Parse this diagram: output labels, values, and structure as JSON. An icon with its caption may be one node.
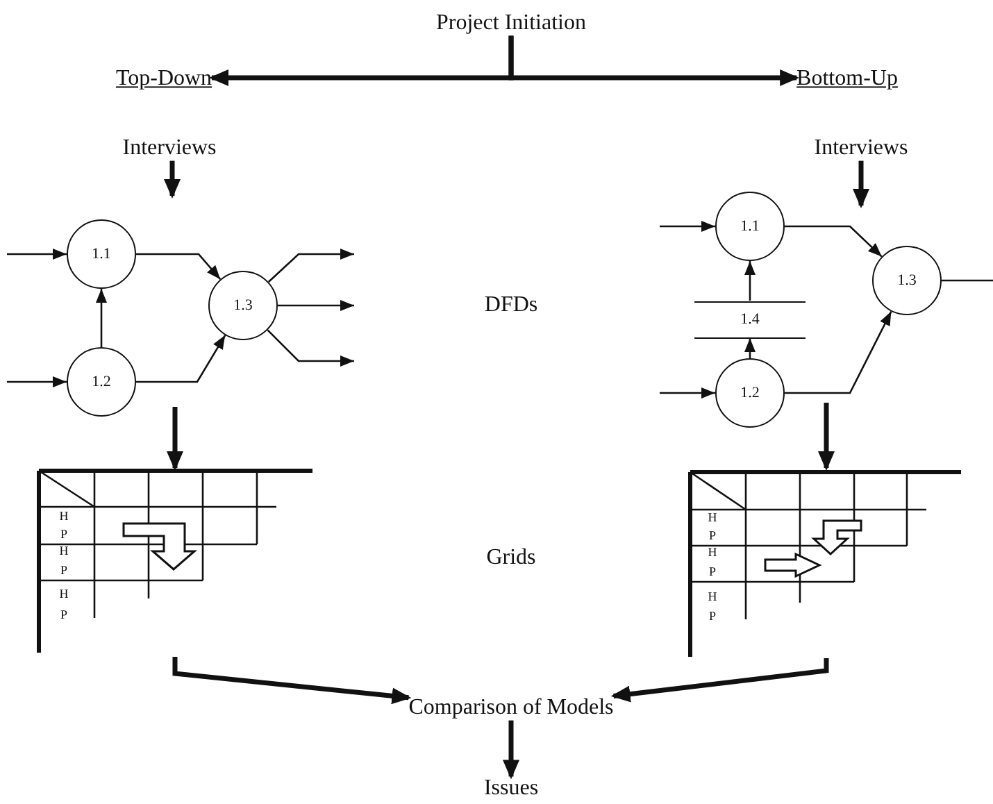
{
  "diagram": {
    "nodes": [
      {
        "text": [
          "Project Initiation"
        ]
      },
      {
        "text": [
          "Top-Down"
        ]
      },
      {
        "text": [
          "Bottom-Up"
        ]
      },
      {
        "text": [
          "Interviews"
        ]
      },
      {
        "text": [
          "Interviews"
        ]
      },
      {
        "text": [
          "1.1"
        ]
      },
      {
        "text": [
          "1.2"
        ]
      },
      {
        "text": [
          "1.3"
        ]
      },
      {
        "text": [
          "DFDs"
        ]
      },
      {
        "text": [
          "1.1"
        ]
      },
      {
        "text": [
          "1.4"
        ]
      },
      {
        "text": [
          "1.2"
        ]
      },
      {
        "text": [
          "1.3"
        ]
      },
      {
        "text": [
          "H",
          "P",
          "H",
          "P",
          "H",
          "P"
        ]
      },
      {
        "text": [
          "Grids"
        ]
      },
      {
        "text": [
          "H",
          "P",
          "H",
          "P",
          "H",
          "P"
        ]
      },
      {
        "text": [
          "Comparison of Models"
        ]
      },
      {
        "text": [
          "Issues"
        ]
      }
    ],
    "edges": [
      {
        "from": 0,
        "to": 1,
        "arrow": "to",
        "style": "thick"
      },
      {
        "from": 0,
        "to": 2,
        "arrow": "to",
        "style": "thick"
      },
      {
        "from": 3,
        "to": null,
        "arrow": "to",
        "style": "thick"
      },
      {
        "from": 4,
        "to": null,
        "arrow": "to",
        "style": "thick"
      },
      {
        "from": null,
        "to": 5,
        "arrow": "to"
      },
      {
        "from": null,
        "to": 6,
        "arrow": "to"
      },
      {
        "from": 6,
        "to": 5,
        "arrow": "to"
      },
      {
        "from": 5,
        "to": 7,
        "arrow": "to"
      },
      {
        "from": 6,
        "to": 7,
        "arrow": "to"
      },
      {
        "from": 7,
        "to": null,
        "arrow": "to"
      },
      {
        "from": 7,
        "to": null,
        "arrow": "to"
      },
      {
        "from": 7,
        "to": null,
        "arrow": "to"
      },
      {
        "from": null,
        "to": 9,
        "arrow": "to"
      },
      {
        "from": null,
        "to": 11,
        "arrow": "to"
      },
      {
        "from": 11,
        "to": 10,
        "arrow": "to"
      },
      {
        "from": 10,
        "to": 9,
        "arrow": "to"
      },
      {
        "from": 9,
        "to": 12,
        "arrow": "to"
      },
      {
        "from": 11,
        "to": 12,
        "arrow": "to"
      },
      {
        "from": 12,
        "to": null,
        "arrow": "none"
      },
      {
        "from": null,
        "to": 13,
        "arrow": "to",
        "style": "thick"
      },
      {
        "from": null,
        "to": 15,
        "arrow": "to",
        "style": "thick"
      },
      {
        "from": 13,
        "to": 16,
        "arrow": "to",
        "style": "thick"
      },
      {
        "from": 15,
        "to": 16,
        "arrow": "to",
        "style": "thick"
      },
      {
        "from": 16,
        "to": 17,
        "arrow": "to",
        "style": "thick"
      }
    ]
  }
}
